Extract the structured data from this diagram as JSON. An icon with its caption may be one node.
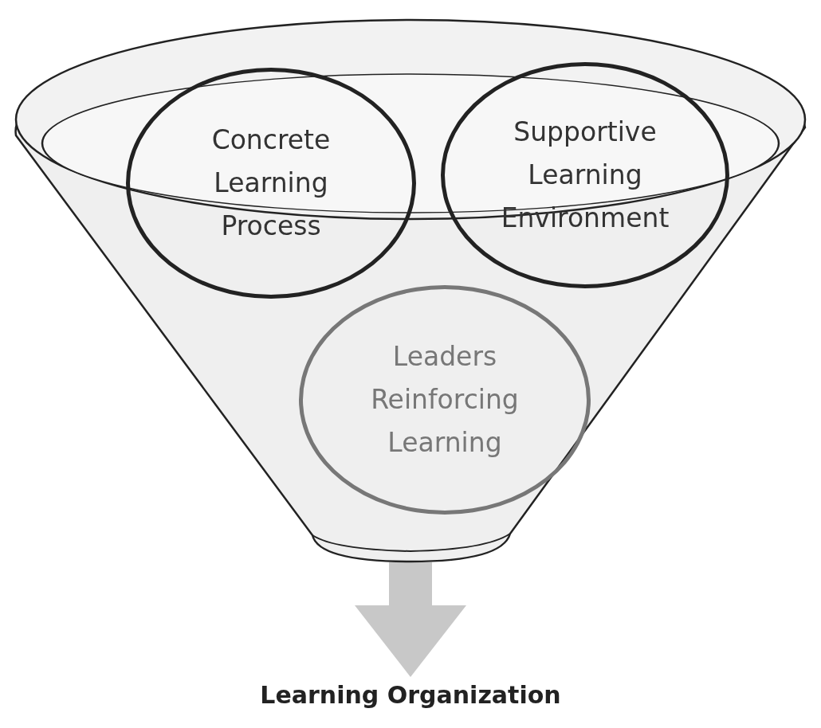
{
  "diagram": {
    "nodes": [
      {
        "text": [],
        "shape": "funnel"
      },
      {
        "text": [
          "Concrete Learning Process"
        ],
        "in": 0
      },
      {
        "text": [
          "Supportive Learning Environment"
        ],
        "in": 0
      },
      {
        "text": [
          "Leaders Reinforcing Learning"
        ],
        "in": 0
      },
      {
        "text": [
          "Learning Organization"
        ]
      }
    ],
    "edges": [
      {
        "from": 0,
        "to": 4,
        "arrow": "to"
      }
    ]
  }
}
